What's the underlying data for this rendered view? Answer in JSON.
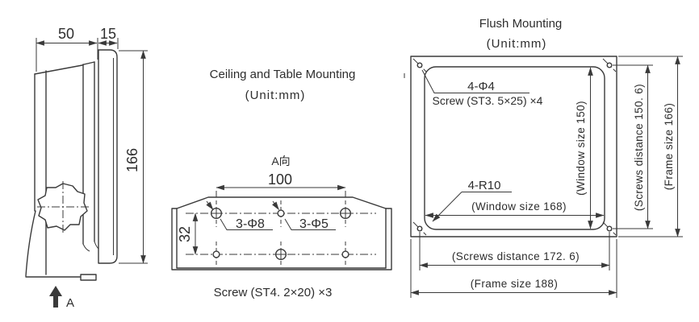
{
  "side_view": {
    "dim_body_depth": "50",
    "dim_bezel_depth": "15",
    "dim_height": "166",
    "view_label": "A"
  },
  "ceiling_table_view": {
    "title": "Ceiling and Table Mounting",
    "unit": "(Unit:mm)",
    "view_ref": "A向",
    "dim_hole_span": "100",
    "dim_row_span": "32",
    "label_large_holes": "3-Φ8",
    "label_small_holes": "3-Φ5",
    "screw_note": "Screw (ST4. 2×20) ×3"
  },
  "flush_view": {
    "title": "Flush Mounting",
    "unit": "(Unit:mm)",
    "label_corner_holes": "4-Φ4",
    "screw_note": "Screw (ST3. 5×25) ×4",
    "label_corner_radius": "4-R10",
    "dim_window_width": "(Window size 168)",
    "dim_window_height": "(Window size 150)",
    "dim_screws_height": "(Screws distance 150. 6)",
    "dim_frame_height": "(Frame size 166)",
    "dim_screws_width": "(Screws distance 172. 6)",
    "dim_frame_width": "(Frame size 188)"
  },
  "colors": {
    "line": "#3a3a3a",
    "text": "#2d2d2d",
    "background": "#ffffff"
  }
}
